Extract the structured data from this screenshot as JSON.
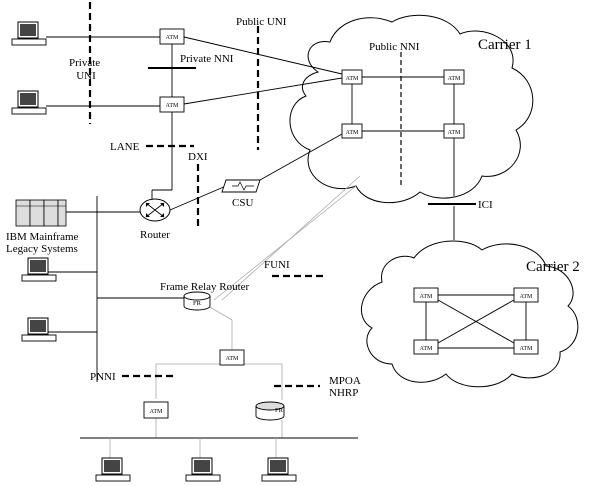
{
  "clouds": {
    "carrier1": "Carrier 1",
    "carrier2": "Carrier 2"
  },
  "switch_label": "ATM",
  "fr_label": "FR",
  "labels": {
    "private_uni": "Private\nUNI",
    "public_uni": "Public UNI",
    "private_nni": "Private NNI",
    "public_nni": "Public NNI",
    "lane": "LANE",
    "dxi": "DXI",
    "csu": "CSU",
    "router": "Router",
    "ibm": "IBM Mainframe\nLegacy Systems",
    "ici": "ICI",
    "funi": "FUNI",
    "frame_relay_router": "Frame Relay Router",
    "pnni": "PNNI",
    "mpoa": "MPOA\nNHRP"
  }
}
